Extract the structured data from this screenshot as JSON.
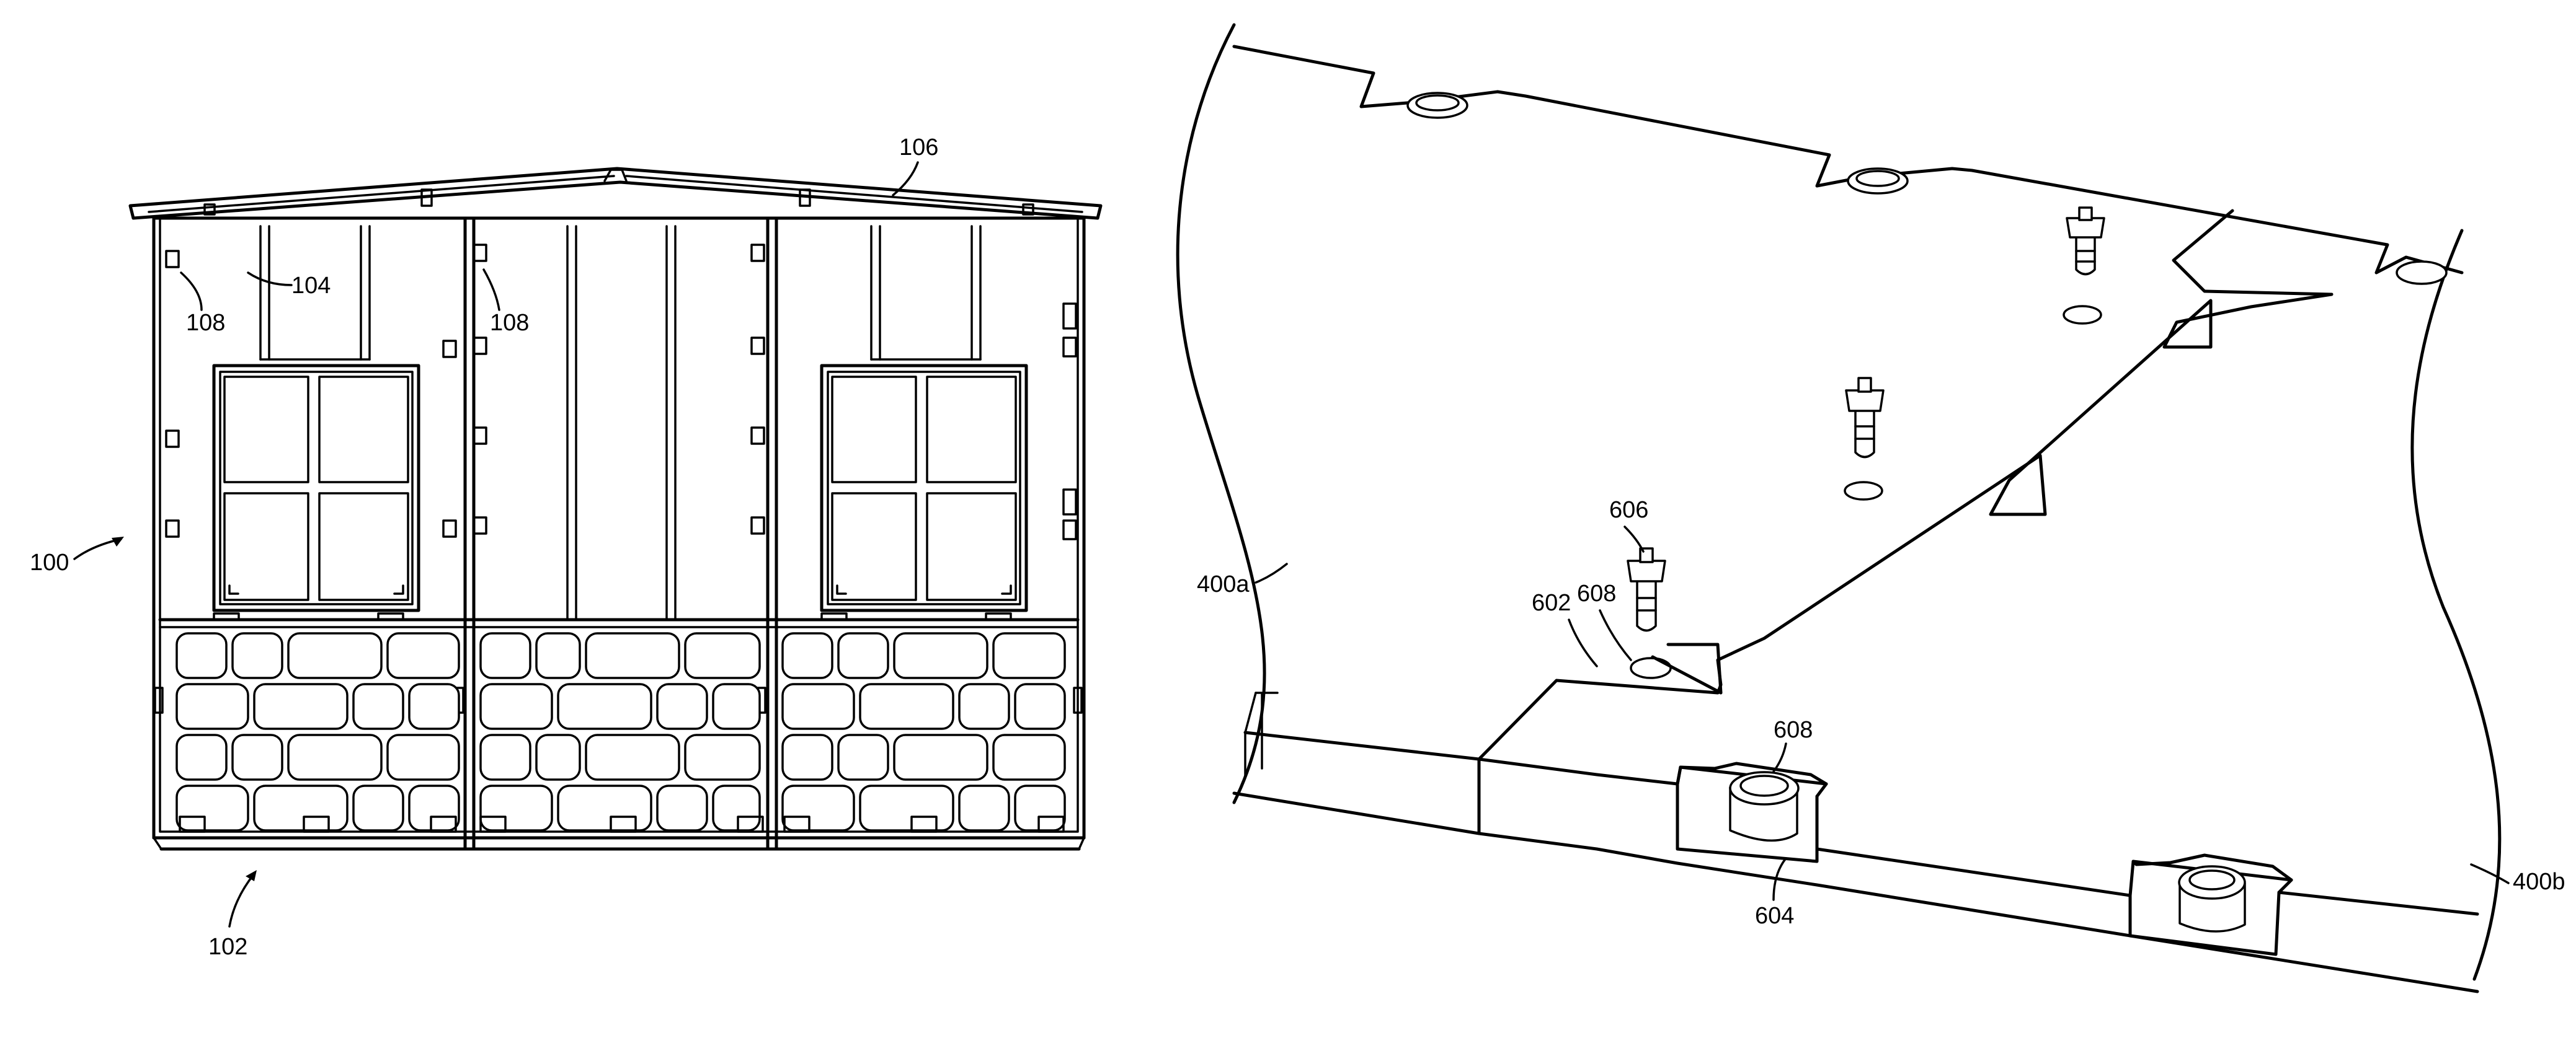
{
  "figure_left": {
    "labels": {
      "ref_100": "100",
      "ref_102": "102",
      "ref_104": "104",
      "ref_106": "106",
      "ref_108_left": "108",
      "ref_108_center": "108"
    }
  },
  "figure_right": {
    "labels": {
      "ref_400a": "400a",
      "ref_400b": "400b",
      "ref_602": "602",
      "ref_604": "604",
      "ref_606": "606",
      "ref_608_top": "608",
      "ref_608_bottom": "608"
    }
  }
}
